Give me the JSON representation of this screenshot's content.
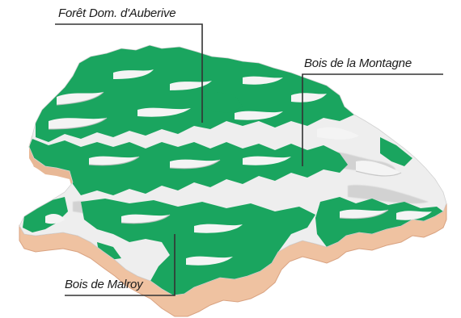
{
  "labels": {
    "top": "Forêt Dom. d'Auberive",
    "right": "Bois de la Montagne",
    "bottom": "Bois de Malroy"
  },
  "colors": {
    "forest": "#1aa55f",
    "relief": "#eeeeee",
    "relief_shadow": "#c9c9c9",
    "side": "#efc2a1",
    "side_dark": "#d9a280",
    "leader": "#333333"
  }
}
